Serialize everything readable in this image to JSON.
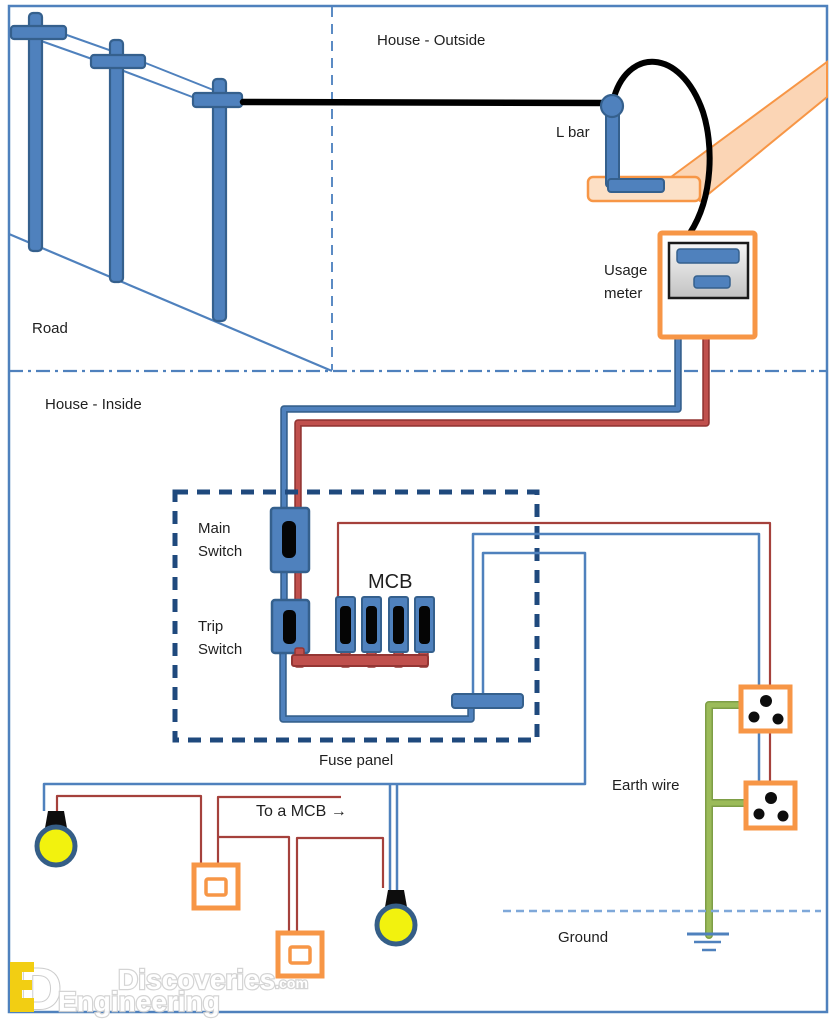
{
  "diagram": {
    "regions": {
      "outside_label": "House - Outside",
      "inside_label": "House - Inside",
      "road_label": "Road"
    },
    "service": {
      "l_bar_label": "L bar",
      "usage_meter_label_line1": "Usage",
      "usage_meter_label_line2": "meter"
    },
    "panel": {
      "main_switch_line1": "Main",
      "main_switch_line2": "Switch",
      "trip_switch_line1": "Trip",
      "trip_switch_line2": "Switch",
      "mcb_label": "MCB",
      "fuse_panel_label": "Fuse panel"
    },
    "circuits": {
      "to_a_mcb_label": "To a MCB →",
      "earth_wire_label": "Earth wire",
      "ground_label": "Ground"
    },
    "watermark": {
      "brand_line1": "Discoveries",
      "brand_line1_suffix": ".com",
      "brand_line2": "Engineering",
      "monogram_letter": "D"
    },
    "colors": {
      "live_wire_red": "#C0504D",
      "neutral_wire_blue": "#4F81BD",
      "earth_wire_green": "#9BBB59",
      "component_blue": "#4F81BD",
      "component_blue_border": "#35608D",
      "fixture_orange": "#F79646",
      "roof_orange_fill": "#FBD5B5",
      "panel_border_navy": "#1F497D",
      "bulb_yellow": "#F2F20E",
      "service_wire_black": "#000000"
    }
  }
}
